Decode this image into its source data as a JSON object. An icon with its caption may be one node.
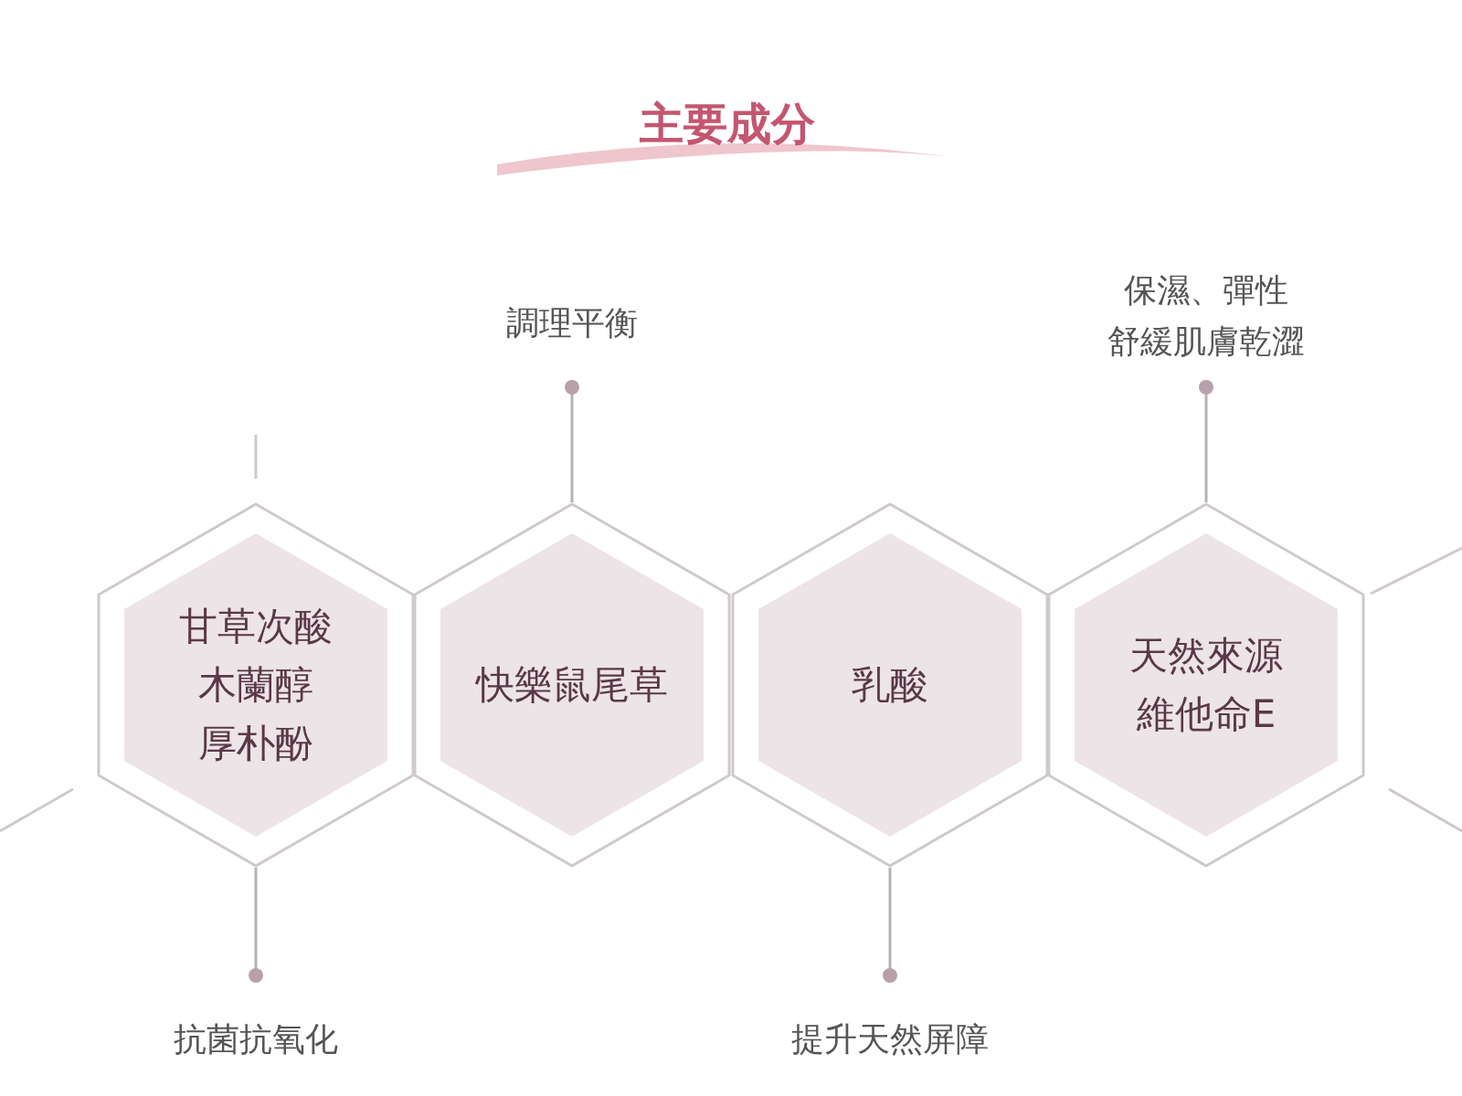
{
  "diagram": {
    "title": "主要成分",
    "nodes": [
      {
        "text": [
          "甘草次酸",
          "木蘭醇",
          "厚朴酚"
        ]
      },
      {
        "text": [
          "快樂鼠尾草"
        ]
      },
      {
        "text": [
          "乳酸"
        ]
      },
      {
        "text": [
          "天然來源維他命E"
        ]
      },
      {
        "text": [
          "抗菌抗氧化"
        ]
      },
      {
        "text": [
          "調理平衡"
        ]
      },
      {
        "text": [
          "提升天然屏障"
        ]
      },
      {
        "text": [
          "保濕、彈性",
          "舒緩肌膚乾澀"
        ]
      }
    ],
    "edges": [
      {
        "from": 4,
        "to": 0,
        "arrow": "other"
      },
      {
        "from": 5,
        "to": 1,
        "arrow": "other"
      },
      {
        "from": 6,
        "to": 2,
        "arrow": "other"
      },
      {
        "from": 7,
        "to": 3,
        "arrow": "other"
      }
    ]
  }
}
